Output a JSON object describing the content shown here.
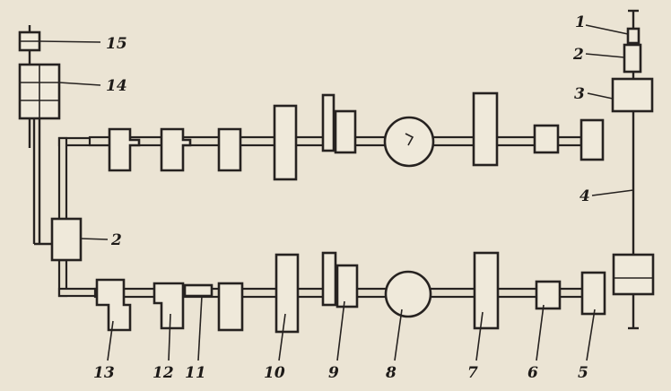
{
  "labels": [
    "1",
    "2",
    "3",
    "4",
    "2",
    "5",
    "6",
    "7",
    "8",
    "9",
    "10",
    "11",
    "12",
    "13",
    "14",
    "15"
  ]
}
